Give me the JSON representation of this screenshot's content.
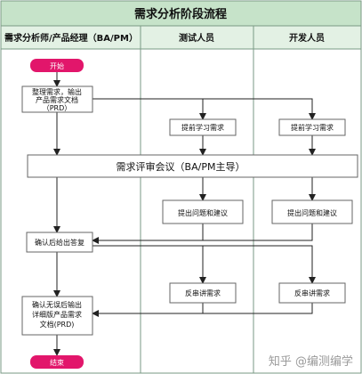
{
  "title": "需求分析阶段流程",
  "lanes": [
    "需求分析师/产品经理（BA/PM）",
    "测试人员",
    "开发人员"
  ],
  "start": "开始",
  "end": "结束",
  "steps": {
    "organize": [
      "整理需求，输出",
      "产品需求文档",
      "（PRD）"
    ],
    "test_study": "提前学习需求",
    "dev_study": "提前学习需求",
    "review": "需求评审会议（BA/PM主导）",
    "test_questions": "提出问题和建议",
    "dev_questions": "提出问题和建议",
    "confirm_reply": "确认后给出答复",
    "test_feedback": "反串讲需求",
    "dev_feedback": "反串讲需求",
    "final_prd": [
      "确认无误后输出",
      "详细版产品需求",
      "文档(PRD)"
    ]
  },
  "watermark": "知乎 @编测编学",
  "colors": {
    "title_bg": "#c6e3c9",
    "header_bg": "#e3f1e4",
    "border": "#7a9a84",
    "box_bg": "#ffffff",
    "box_border": "#666666",
    "arrow": "#222222",
    "terminal_bg": "#e2166b",
    "terminal_text": "#ffffff"
  }
}
